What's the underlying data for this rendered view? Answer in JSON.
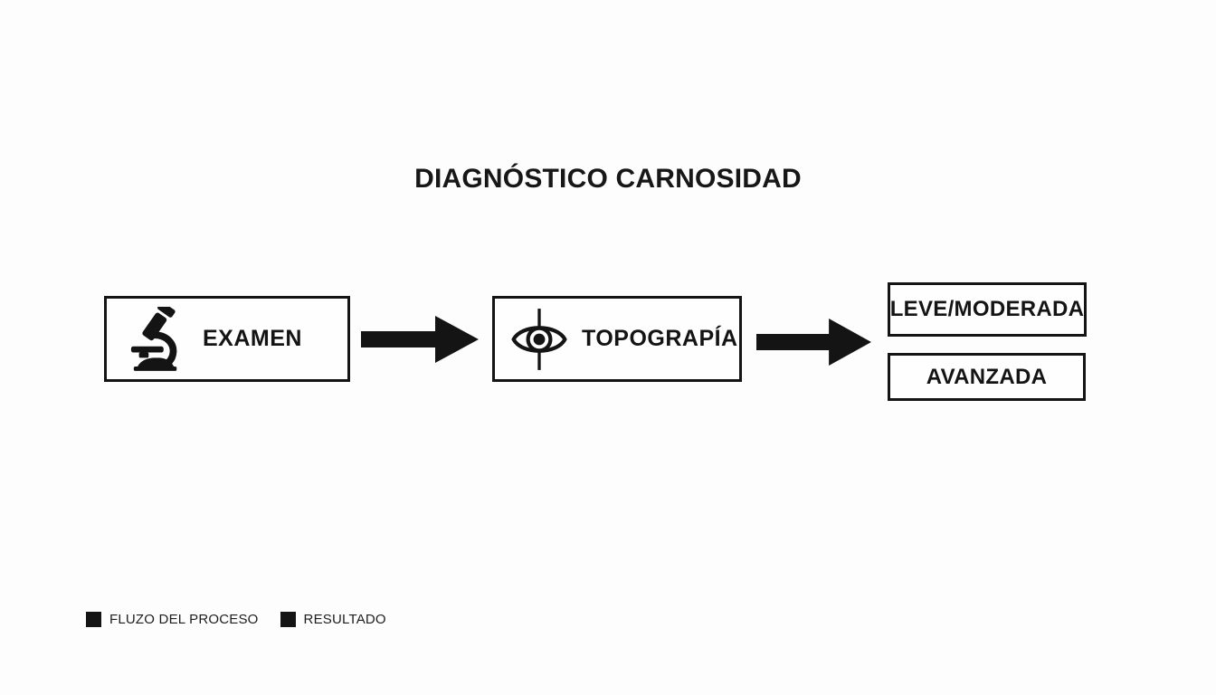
{
  "title": "DIAGNÓSTICO CARNOSIDAD",
  "flow": {
    "steps": [
      {
        "label": "EXAMEN",
        "icon": "microscope-icon"
      },
      {
        "label": "TOPOGRAPÍA",
        "icon": "eye-scan-icon"
      }
    ],
    "results": [
      {
        "label": "LEVE/MODERADA"
      },
      {
        "label": "AVANZADA"
      }
    ]
  },
  "legend": {
    "items": [
      {
        "label": "FLUZO DEL PROCESO",
        "swatch_color": "#141414"
      },
      {
        "label": "RESULTADO",
        "swatch_color": "#141414"
      }
    ]
  },
  "colors": {
    "ink": "#141414",
    "background": "#fdfdfd"
  }
}
